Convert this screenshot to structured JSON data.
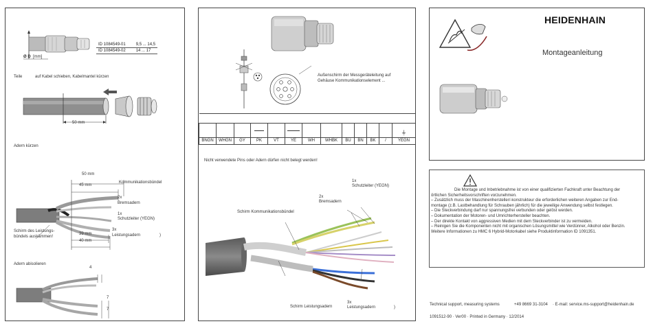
{
  "panel1": {
    "diameter_label": "Ø D",
    "diameter_unit": "[mm]",
    "id_rows": [
      {
        "id": "ID 1084549-01",
        "range": "9,5 ... 14,5"
      },
      {
        "id": "ID 1084549-02",
        "range": "14 ... 17"
      }
    ],
    "step1_prefix": "Teile",
    "step1_text": "auf Kabel schieben, Kabelmantel kürzen",
    "dim_50mm": "50 mm",
    "step2_title": "Adern kürzen",
    "dim_50": "50 mm",
    "dim_45": "45 mm",
    "dim_39": "39 mm",
    "dim_40": "40 mm",
    "label_bundle": "Kommunikationsbündel",
    "label_brake": "2x\nBremsadern",
    "label_brake_count": "2x",
    "label_brake_name": "Bremsadern",
    "label_pe_count": "1x",
    "label_pe_name": "Schutzleiter (YEGN)",
    "label_power_count": "3x",
    "label_power_name": "Leistungsadern",
    "label_power_paren": ")",
    "label_shield_1": "Schirm des Leistungs-",
    "label_shield_2": "bündels auskämmen!",
    "step3_title": "Adern abisolieren",
    "dim_4": "4",
    "dim_7a": "7",
    "dim_7b": "7"
  },
  "panel2": {
    "shield_note_1": "Außenschirm der Messgeräteleitung auf",
    "shield_note_2": "Gehäuse Kommunikationselement ...",
    "pin_labels": [
      "BNGN",
      "WHGN",
      "GY",
      "PK",
      "VT",
      "YE",
      "WH",
      "WHBK",
      "BU",
      "BN",
      "BK",
      "/",
      "YEGN"
    ],
    "ground_symbol": "⏚",
    "unused_note": "Nicht verwendete Pins oder Adern dürfen nicht belegt werden!",
    "label_pe_count": "1x",
    "label_pe_name": "Schutzleiter (YEGN)",
    "label_brake_count": "2x",
    "label_brake_name": "Bremsadern",
    "label_bundle": "Schirm Kommunikationsbündel",
    "label_shield_power": "Schirm Leistungsadern",
    "label_power_count": "3x",
    "label_power_name": "Leistungsadern",
    "label_power_paren": ")"
  },
  "panel3": {
    "brand": "HEIDENHAIN",
    "doc_title": "Montageanleitung",
    "warning_lines": [
      "Die Montage und Inbetriebnahme ist von einer qualifizierten Fachkraft unter Beachtung der",
      "örtlichen Sicherheitsvorschriften vorzunehmen.",
      "– Zusätzlich muss der Maschinenhersteller/-konstrukteur die erforderlichen weiteren Angaben zur End-",
      "   montage (z.B. Lastbehandlung für Schrauben jährlich) für die jeweilige Anwendung selbst festlegen.",
      "– Die Steckverbindung darf nur spannungsfrei verbunden oder gelöst werden.",
      "– Dokumentation der Motoren- und Umrichterhersteller beachten.",
      "– Der direkte Kontakt von aggressiven Medien mit dem Steckverbinder ist zu vermeiden.",
      "– Reinigen Sie die Komponenten nicht mit organischen Lösungsmittel wie Verdünner, Alkohol oder Benzin.",
      "Weitere Informationen zu HMC 6 Hybrid-Motorkabel siehe Produktinformation ID 1091351."
    ],
    "footer_company": "Technical support, measuring systems",
    "footer_phone": "+49 8669 31-3104",
    "footer_email": "· E-mail: service.ms-support@heidenhain.de",
    "footer_doc": "1091512-90 · Ver00 · Printed in Germany · 12/2014"
  }
}
